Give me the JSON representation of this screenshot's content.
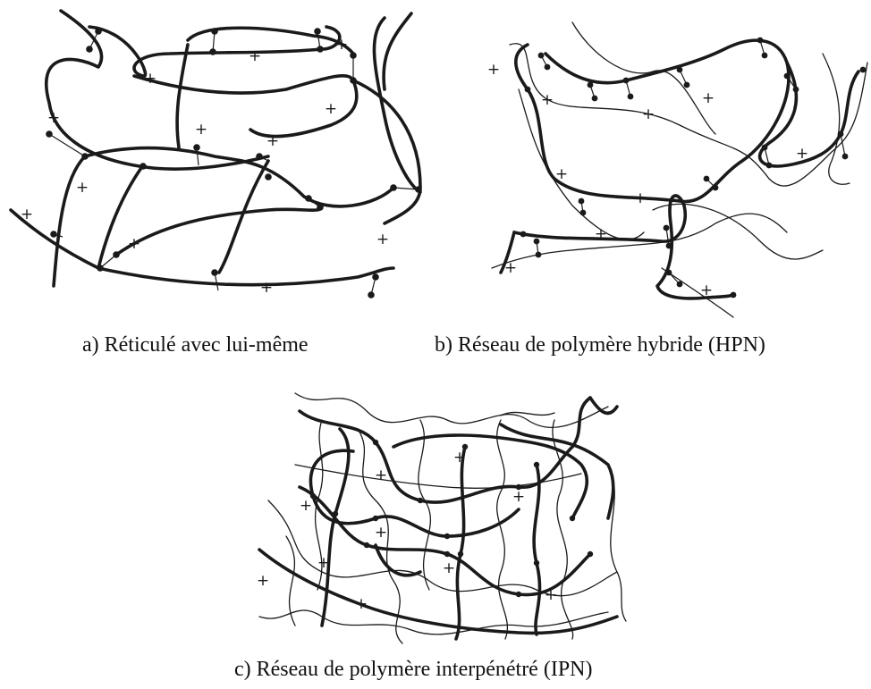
{
  "panels": [
    {
      "id": "a",
      "caption": "a) Réticulé avec lui-même"
    },
    {
      "id": "b",
      "caption": "b) Réseau de polymère hybride (HPN)"
    },
    {
      "id": "c",
      "caption": "c) Réseau de polymère interpénétré (IPN)"
    }
  ],
  "charge_symbol": "+",
  "colors": {
    "ink": "#1a1a1a",
    "background": "#ffffff"
  }
}
